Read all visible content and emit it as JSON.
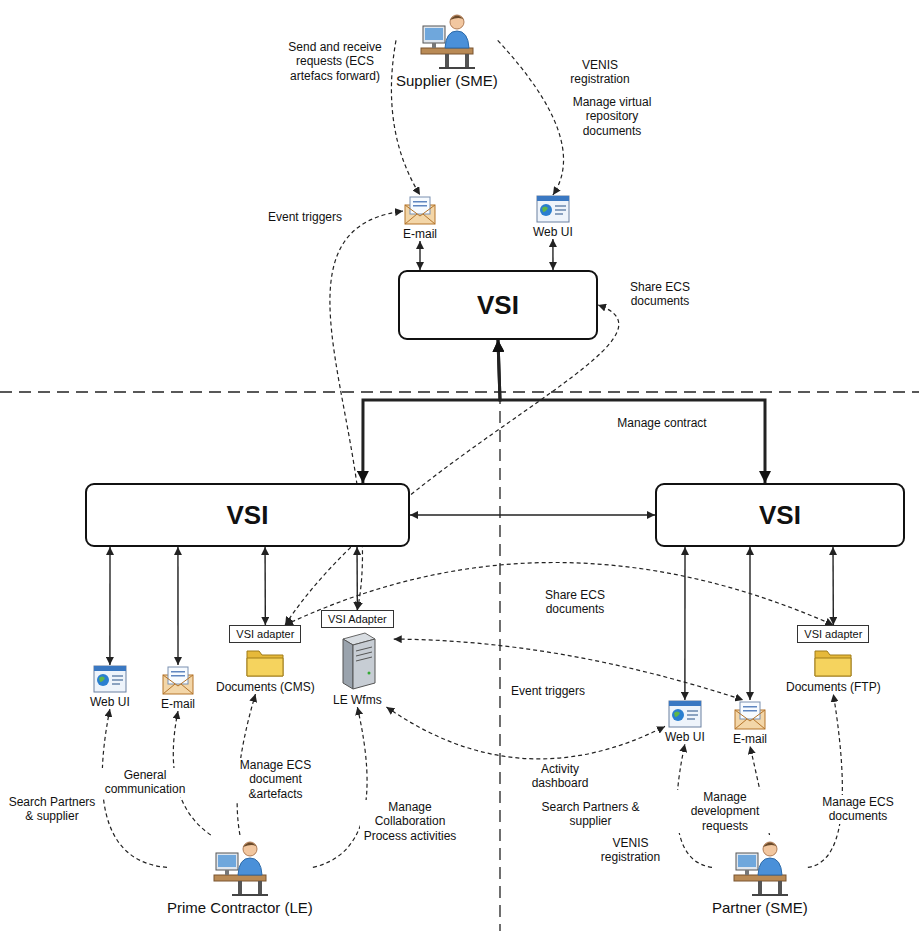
{
  "diagram": {
    "nodes": [
      {
        "text": [
          "Supplier (SME)"
        ]
      },
      {
        "text": [
          "E-mail"
        ]
      },
      {
        "text": [
          "Web UI"
        ]
      },
      {
        "text": [
          "VSI"
        ]
      },
      {
        "text": [
          "VSI"
        ]
      },
      {
        "text": [
          "VSI"
        ]
      },
      {
        "text": [
          "Web UI"
        ]
      },
      {
        "text": [
          "E-mail"
        ]
      },
      {
        "text": [
          "VSI adapter",
          "Documents (CMS)"
        ]
      },
      {
        "text": [
          "VSI Adapter",
          "LE Wfms"
        ]
      },
      {
        "text": [
          "Web UI"
        ]
      },
      {
        "text": [
          "E-mail"
        ]
      },
      {
        "text": [
          "VSI adapter",
          "Documents (FTP)"
        ]
      },
      {
        "text": [
          "Prime Contractor (LE)"
        ]
      },
      {
        "text": [
          "Partner (SME)"
        ]
      }
    ],
    "edges": [
      {
        "from": 1,
        "to": 3,
        "arrow": "both"
      },
      {
        "from": 2,
        "to": 3,
        "arrow": "both"
      },
      {
        "from": 3,
        "to": 4,
        "arrow": "both"
      },
      {
        "from": 3,
        "to": 5,
        "arrow": "both"
      },
      {
        "from": 4,
        "to": 5,
        "arrow": "both"
      },
      {
        "from": 4,
        "to": 6,
        "arrow": "both"
      },
      {
        "from": 4,
        "to": 7,
        "arrow": "both"
      },
      {
        "from": 4,
        "to": 8,
        "arrow": "both"
      },
      {
        "from": 4,
        "to": 9,
        "arrow": "both"
      },
      {
        "from": 5,
        "to": 10,
        "arrow": "both"
      },
      {
        "from": 5,
        "to": 11,
        "arrow": "both"
      },
      {
        "from": 5,
        "to": 12,
        "arrow": "both"
      },
      {
        "from": 0,
        "to": 1,
        "arrow": "to",
        "label": "Send and receive requests (ECS artefacs forward)"
      },
      {
        "from": 0,
        "to": 2,
        "arrow": "to",
        "label": "Manage virtual repository documents"
      },
      {
        "from": 9,
        "to": 1,
        "arrow": "both",
        "label": "Event triggers"
      },
      {
        "from": 8,
        "to": 3,
        "arrow": "both",
        "label": "Share ECS documents"
      },
      {
        "from": 8,
        "to": 12,
        "arrow": "both",
        "label": "Share ECS documents"
      },
      {
        "from": 9,
        "to": 11,
        "arrow": "both",
        "label": "Event triggers"
      },
      {
        "from": 9,
        "to": 10,
        "arrow": "both",
        "label": "Activity dashboard"
      },
      {
        "from": 13,
        "to": 6,
        "arrow": "to",
        "label": "Search Partners & supplier"
      },
      {
        "from": 13,
        "to": 7,
        "arrow": "to",
        "label": "General communication"
      },
      {
        "from": 13,
        "to": 8,
        "arrow": "to",
        "label": "Manage ECS document &artefacts"
      },
      {
        "from": 13,
        "to": 9,
        "arrow": "to",
        "label": "Manage Collaboration Process activities"
      },
      {
        "from": 14,
        "to": 10,
        "arrow": "to",
        "label": "Search Partners & supplier"
      },
      {
        "from": 14,
        "to": 11,
        "arrow": "to",
        "label": "Manage development requests"
      },
      {
        "from": 14,
        "to": 12,
        "arrow": "to",
        "label": "Manage ECS documents"
      }
    ],
    "labels": [
      "VENIS registration",
      "Manage contract",
      "VENIS registration"
    ]
  }
}
